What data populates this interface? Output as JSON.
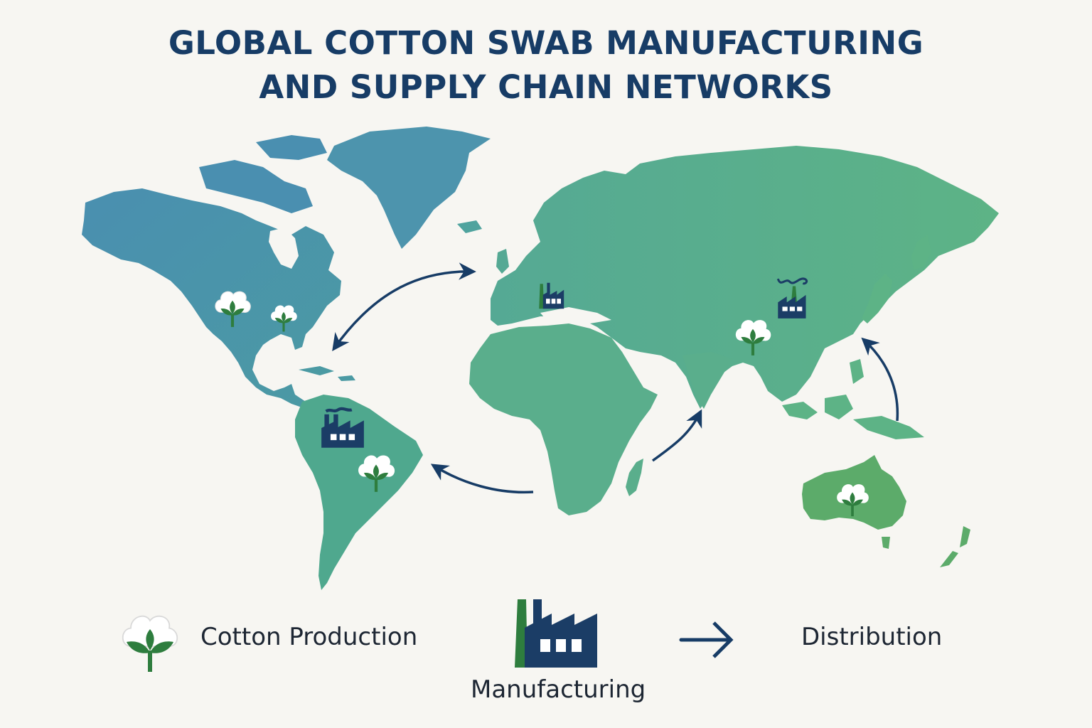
{
  "title": {
    "line1": "GLOBAL COTTON SWAB MANUFACTURING",
    "line2": "AND SUPPLY CHAIN NETWORKS"
  },
  "colors": {
    "background": "#f7f6f2",
    "title": "#173c66",
    "americas_land": "#4a90ad",
    "south_america_land": "#4fa88e",
    "eurasia_africa_land": "#5aae8c",
    "australia_land": "#5cab6a",
    "arrow": "#173c66",
    "factory": "#1b3d66",
    "factory_chimney_accent": "#2e7d3e",
    "cotton_leaf": "#2e7d3e",
    "cotton_boll": "#ffffff"
  },
  "map": {
    "markers": [
      {
        "type": "cotton-production",
        "region": "western-united-states"
      },
      {
        "type": "cotton-production",
        "region": "southeastern-united-states"
      },
      {
        "type": "manufacturing",
        "region": "southern-europe"
      },
      {
        "type": "manufacturing",
        "region": "china"
      },
      {
        "type": "cotton-production",
        "region": "china"
      },
      {
        "type": "manufacturing",
        "region": "northern-south-america"
      },
      {
        "type": "cotton-production",
        "region": "brazil"
      },
      {
        "type": "cotton-production",
        "region": "australia"
      }
    ],
    "flows": [
      {
        "type": "distribution",
        "from": "north-america",
        "to": "europe",
        "direction": "bidirectional"
      },
      {
        "type": "distribution",
        "from": "africa",
        "to": "south-america"
      },
      {
        "type": "distribution",
        "from": "east-africa",
        "to": "india"
      },
      {
        "type": "distribution",
        "from": "southeast-asia",
        "to": "east-asia"
      }
    ]
  },
  "legend": {
    "items": [
      {
        "icon": "cotton-boll-icon",
        "label": "Cotton Production"
      },
      {
        "icon": "factory-icon",
        "label": "Manufacturing"
      },
      {
        "icon": "arrow-right-icon",
        "label": "Distribution"
      }
    ]
  }
}
